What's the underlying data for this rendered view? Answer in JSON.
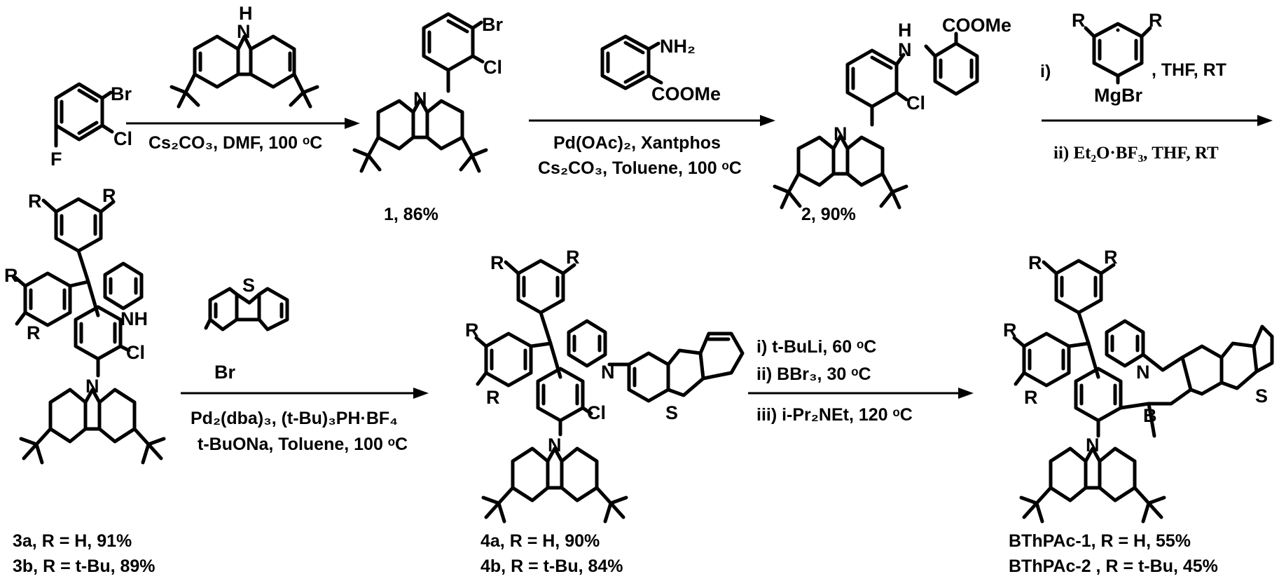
{
  "steps": [
    {
      "conditions": [
        "Cs₂CO₃, DMF, 100 ᵒC"
      ]
    },
    {
      "reagent_text": [
        "NH₂",
        "COOMe"
      ],
      "conditions": [
        "Pd(OAc)₂, Xantphos",
        "Cs₂CO₃, Toluene, 100 ᵒC"
      ]
    },
    {
      "reagent_text": [
        "i)",
        "R",
        "R",
        "MgBr",
        ", THF, RT"
      ],
      "conditions": [
        "ii) Et₂O·BF₃, THF, RT"
      ]
    },
    {
      "reagent_text": [
        "S",
        "Br"
      ],
      "conditions": [
        "Pd₂(dba)₃, (t-Bu)₃PH·BF₄",
        "t-BuONa, Toluene, 100 ᵒC"
      ]
    },
    {
      "conditions": [
        "i) t-BuLi, 60 ᵒC",
        "ii) BBr₃, 30 ᵒC",
        "iii) i-Pr₂NEt, 120 ᵒC"
      ]
    }
  ],
  "compounds": {
    "start": {
      "atoms": [
        "Br",
        "Cl",
        "F"
      ]
    },
    "carbazole": {
      "atoms": [
        "H",
        "N"
      ]
    },
    "c1": {
      "atoms": [
        "Br",
        "Cl",
        "N"
      ],
      "label": "1, 86%"
    },
    "c2": {
      "atoms": [
        "H",
        "N",
        "COOMe",
        "Cl",
        "N"
      ],
      "label": "2, 90%"
    },
    "c3": {
      "atoms": [
        "R",
        "R",
        "R",
        "R",
        "NH",
        "Cl",
        "N"
      ],
      "labels": [
        "3a, R = H, 91%",
        "3b, R = t-Bu, 89%"
      ]
    },
    "c4": {
      "atoms": [
        "R",
        "R",
        "R",
        "R",
        "N",
        "S",
        "Cl",
        "N"
      ],
      "labels": [
        "4a, R = H, 90%",
        "4b, R = t-Bu, 84%"
      ]
    },
    "c5": {
      "atoms": [
        "R",
        "R",
        "R",
        "R",
        "N",
        "S",
        "B",
        "N"
      ],
      "labels": [
        "BThPAc-1, R = H, 55%",
        "BThPAc-2 , R = t-Bu, 45%"
      ]
    }
  }
}
